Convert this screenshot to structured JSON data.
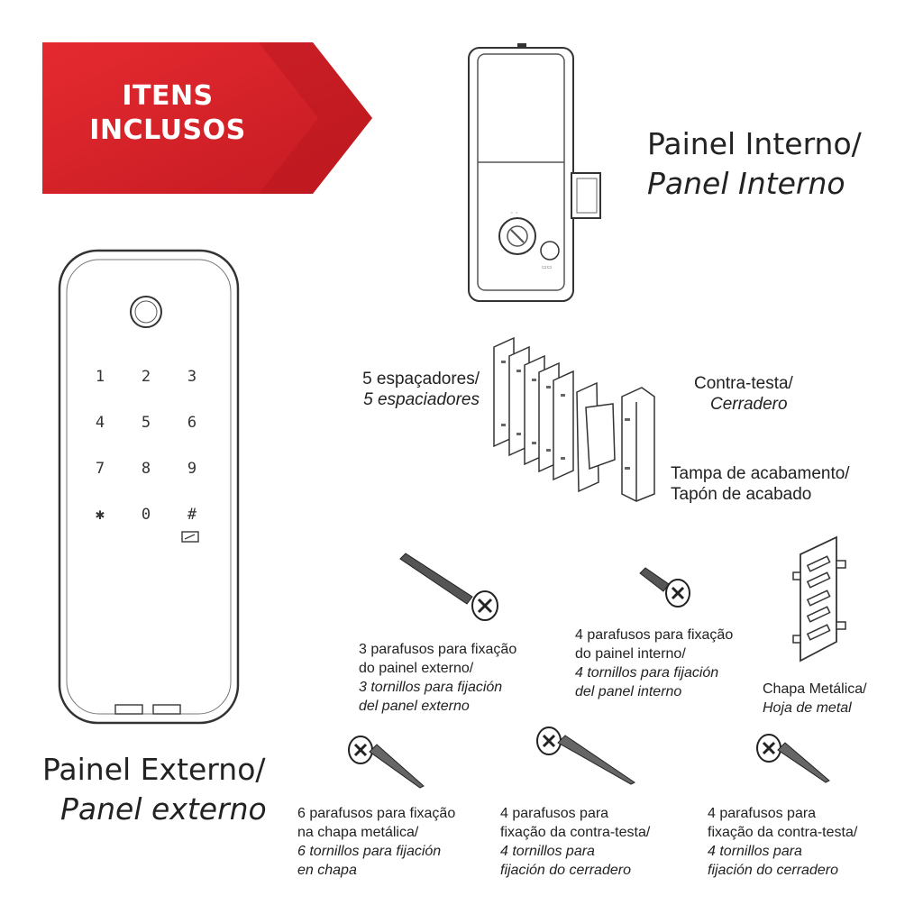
{
  "banner": {
    "line1": "ITENS",
    "line2": "INCLUSOS",
    "color": "#d8232a"
  },
  "painel_interno": {
    "pt": "Painel Interno/",
    "es": "Panel Interno"
  },
  "painel_externo": {
    "pt": "Painel Externo/",
    "es": "Panel externo"
  },
  "keypad": {
    "keys": [
      "1",
      "2",
      "3",
      "4",
      "5",
      "6",
      "7",
      "8",
      "9",
      "✱",
      "0",
      "#"
    ]
  },
  "espacadores": {
    "pt": "5 espaçadores/",
    "es": "5 espaciadores"
  },
  "contra_testa": {
    "pt": "Contra-testa/",
    "es": "Cerradero"
  },
  "tampa": {
    "pt": "Tampa de acabamento/",
    "es": "Tapón de acabado"
  },
  "parafusos_externo": {
    "pt1": "3 parafusos para fixação",
    "pt2": "do painel externo/",
    "es1": "3 tornillos para fijación",
    "es2": "del panel externo"
  },
  "parafusos_interno": {
    "pt1": "4 parafusos para fixação",
    "pt2": "do painel interno/",
    "es1": "4 tornillos para fijación",
    "es2": "del panel interno"
  },
  "chapa": {
    "pt": "Chapa Metálica/",
    "es": "Hoja de metal"
  },
  "parafusos_chapa": {
    "pt1": "6 parafusos para fixação",
    "pt2": "na chapa metálica/",
    "es1": "6 tornillos para fijación",
    "es2": "en chapa"
  },
  "parafusos_contra_1": {
    "pt1": "4 parafusos para",
    "pt2": "fixação da contra-testa/",
    "es1": "4 tornillos para",
    "es2": "fijación do cerradero"
  },
  "parafusos_contra_2": {
    "pt1": "4 parafusos para",
    "pt2": "fixação da contra-testa/",
    "es1": "4 tornillos para",
    "es2": "fijación do cerradero"
  }
}
